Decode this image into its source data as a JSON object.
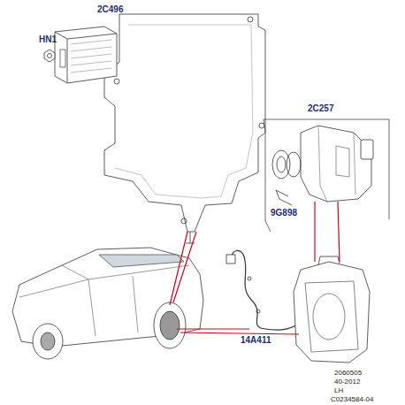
{
  "diagram": {
    "labels": [
      "2C496",
      "HN1",
      "2C257",
      "9G898",
      "14A411",
      "2060505",
      "40-2012",
      "LH",
      "C0234584-04"
    ]
  }
}
